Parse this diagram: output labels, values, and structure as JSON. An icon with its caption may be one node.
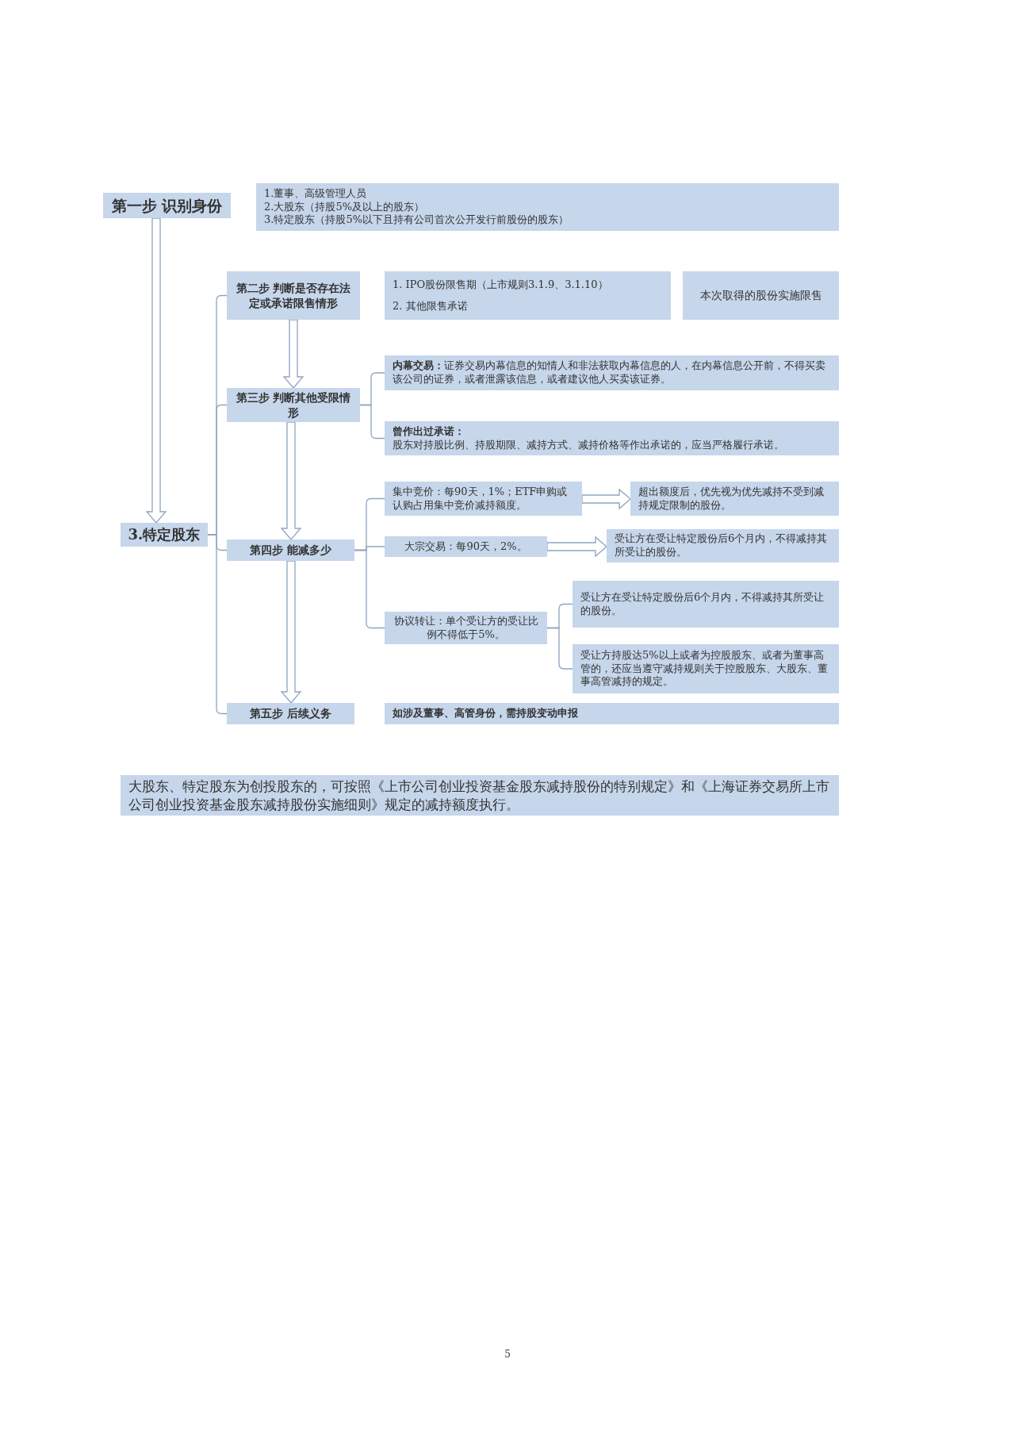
{
  "diagram": {
    "nodes": [
      {
        "text": [
          "第一步 识别身份"
        ]
      },
      {
        "text": [
          "1.董事、高级管理人员",
          "2.大股东（持股5%及以上的股东）",
          "3.特定股东（持股5%以下且持有公司首次公开发行前股份的股东）"
        ]
      },
      {
        "text": [
          "3.特定股东"
        ]
      },
      {
        "text": [
          "第二步 判断是否存在法定或承诺限售情形"
        ]
      },
      {
        "text": [
          "1. IPO股份限售期（上市规则3.1.9、3.1.10）",
          "2. 其他限售承诺"
        ]
      },
      {
        "text": [
          "本次取得的股份实施限售"
        ]
      },
      {
        "text": [
          "第三步 判断其他受限情形"
        ]
      },
      {
        "text": [
          "**内幕交易：**证券交易内幕信息的知情人和非法获取内幕信息的人，在内幕信息公开前，不得买卖该公司的证券，或者泄露该信息，或者建议他人买卖该证券。"
        ]
      },
      {
        "text": [
          "曾作出过承诺：",
          "股东对持股比例、持股期限、减持方式、减持价格等作出承诺的，应当严格履行承诺。"
        ]
      },
      {
        "text": [
          "第四步 能减多少"
        ]
      },
      {
        "text": [
          "集中竞价：每90天，1%；ETF申购或认购占用集中竞价减持额度。"
        ]
      },
      {
        "text": [
          "超出额度后，优先视为优先减持不受到减持规定限制的股份。"
        ]
      },
      {
        "text": [
          "大宗交易：每90天，2%。"
        ]
      },
      {
        "text": [
          "受让方在受让特定股份后6个月内，不得减持其所受让的股份。"
        ]
      },
      {
        "text": [
          "协议转让：单个受让方的受让比例不得低于5%。"
        ]
      },
      {
        "text": [
          "受让方在受让特定股份后6个月内，不得减持其所受让的股份。"
        ]
      },
      {
        "text": [
          "受让方持股达5%以上或者为控股股东、或者为董事高管的，还应当遵守减持规则关于控股股东、大股东、董事高管减持的规定。"
        ]
      },
      {
        "text": [
          "第五步 后续义务"
        ]
      },
      {
        "text": [
          "如涉及董事、高管身份，需持股变动申报"
        ]
      },
      {
        "text": [
          "大股东、特定股东为创投股东的，可按照《上市公司创业投资基金股东减持股份的特别规定》和《上海证券交易所上市公司创业投资基金股东减持股份实施细则》规定的减持额度执行。"
        ]
      }
    ],
    "edges": [
      {
        "from": 0,
        "to": 2,
        "arrow": "to"
      },
      {
        "from": 2,
        "to": 3,
        "arrow": "none"
      },
      {
        "from": 2,
        "to": 6,
        "arrow": "none"
      },
      {
        "from": 2,
        "to": 9,
        "arrow": "none"
      },
      {
        "from": 2,
        "to": 17,
        "arrow": "none"
      },
      {
        "from": 3,
        "to": 6,
        "arrow": "to"
      },
      {
        "from": 6,
        "to": 9,
        "arrow": "to"
      },
      {
        "from": 9,
        "to": 17,
        "arrow": "to"
      },
      {
        "from": 6,
        "to": 7,
        "arrow": "none"
      },
      {
        "from": 6,
        "to": 8,
        "arrow": "none"
      },
      {
        "from": 9,
        "to": 10,
        "arrow": "none"
      },
      {
        "from": 9,
        "to": 12,
        "arrow": "none"
      },
      {
        "from": 9,
        "to": 14,
        "arrow": "none"
      },
      {
        "from": 10,
        "to": 11,
        "arrow": "to"
      },
      {
        "from": 12,
        "to": 13,
        "arrow": "to"
      },
      {
        "from": 14,
        "to": 15,
        "arrow": "none"
      },
      {
        "from": 14,
        "to": 16,
        "arrow": "none"
      }
    ],
    "labels": [
      "5"
    ]
  }
}
